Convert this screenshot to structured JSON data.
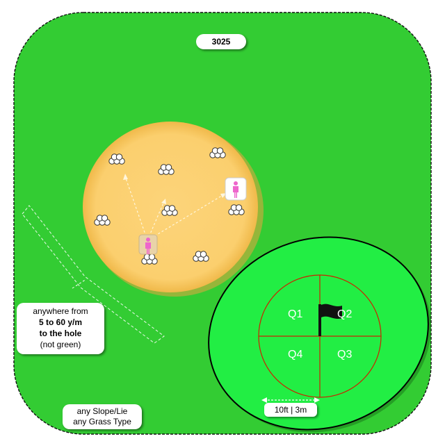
{
  "title": "3025",
  "distance": {
    "line1": "anywhere from",
    "line2": "5 to 60 y/m",
    "line3": "to the hole",
    "line4": "(not green)"
  },
  "conditions": {
    "line1": "any Slope/Lie",
    "line2": "any Grass Type"
  },
  "green": {
    "quadrants": [
      "Q1",
      "Q2",
      "Q3",
      "Q4"
    ],
    "scale": "10ft | 3m"
  },
  "colors": {
    "fairway": "#33cc33",
    "green": "#22ee44",
    "bunker": "#fbcf6e",
    "target_ring": "#cc2200",
    "player": "#ee66cc"
  }
}
